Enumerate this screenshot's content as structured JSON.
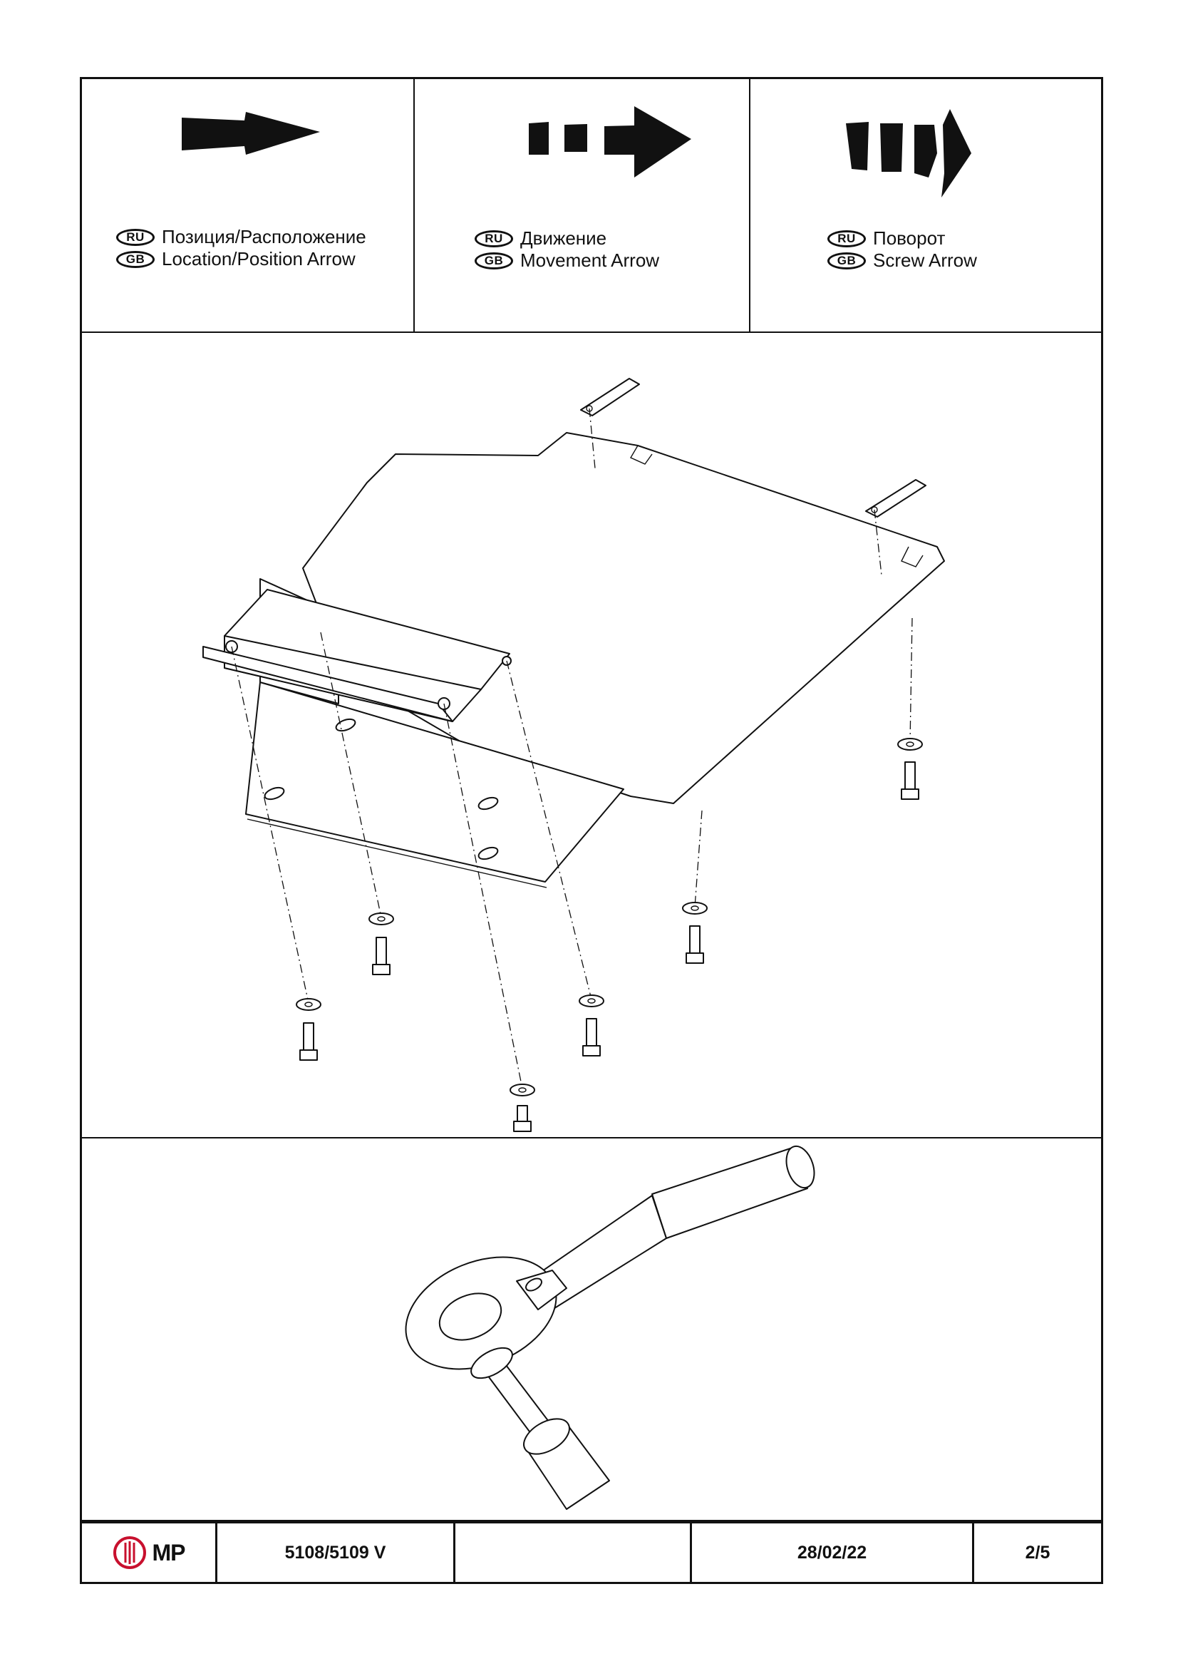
{
  "legend": [
    {
      "ru_badge": "RU",
      "ru_text": "Позиция/Расположение",
      "gb_badge": "GB",
      "gb_text": "Location/Position Arrow",
      "icon": "location-arrow-icon"
    },
    {
      "ru_badge": "RU",
      "ru_text": "Движение",
      "gb_badge": "GB",
      "gb_text": "Movement Arrow",
      "icon": "movement-arrow-icon"
    },
    {
      "ru_badge": "RU",
      "ru_text": "Поворот",
      "gb_badge": "GB",
      "gb_text": "Screw Arrow",
      "icon": "screw-arrow-icon"
    }
  ],
  "drawing": {
    "icon": "skid-plate-exploded-view"
  },
  "tool": {
    "icon": "ratchet-wrench-icon"
  },
  "title_block": {
    "logo_text": "MP",
    "part_number": "5108/5109 V",
    "blank": "",
    "date": "28/02/22",
    "page": "2/5"
  },
  "colors": {
    "ink": "#111111",
    "paper": "#ffffff"
  }
}
